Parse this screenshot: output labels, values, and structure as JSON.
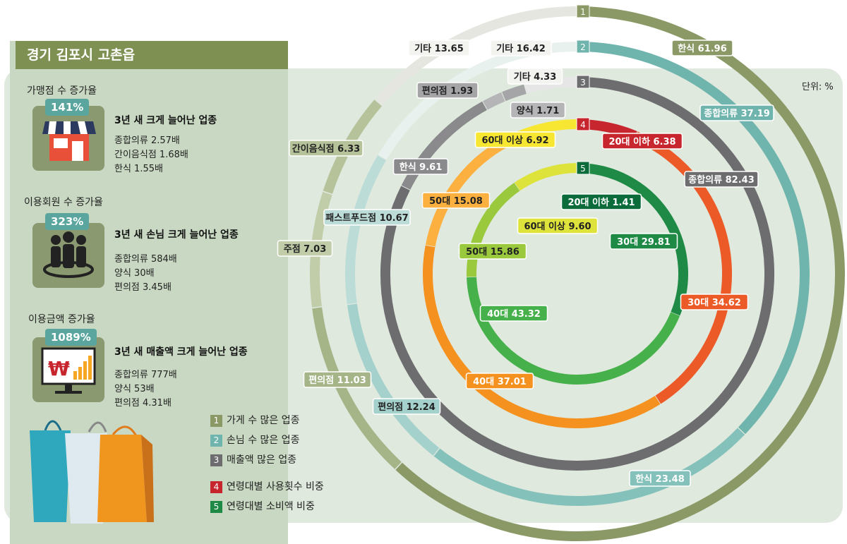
{
  "region_title": "경기 김포시 고촌읍",
  "unit_label": "단위: %",
  "sections": [
    {
      "label": "가맹점 수 증가율",
      "pct": "141%",
      "headline": "3년 새 크게 늘어난 업종",
      "items": [
        "종합의류 2.57배",
        "간이음식점 1.68배",
        "한식 1.55배"
      ]
    },
    {
      "label": "이용회원 수 증가율",
      "pct": "323%",
      "headline": "3년 새 손님 크게 늘어난 업종",
      "items": [
        "종합의류 584배",
        "양식 30배",
        "편의점 3.45배"
      ]
    },
    {
      "label": "이용금액 증가율",
      "pct": "1089%",
      "headline": "3년 새 매출액 크게 늘어난 업종",
      "items": [
        "종합의류 777배",
        "양식 53배",
        "편의점 4.31배"
      ]
    }
  ],
  "legend": [
    {
      "num": "1",
      "text": "가게 수 많은 업종",
      "color": "#8a9966"
    },
    {
      "num": "2",
      "text": "손님 수 많은 업종",
      "color": "#6fb5ad"
    },
    {
      "num": "3",
      "text": "매출액 많은 업종",
      "color": "#6d6d70"
    },
    {
      "num": "4",
      "text": "연령대별 사용횟수 비중",
      "color": "#c8262e"
    },
    {
      "num": "5",
      "text": "연령대별 소비액 비중",
      "color": "#1e8a45"
    }
  ],
  "chart_data": {
    "type": "donut",
    "rings": [
      {
        "num": "1",
        "name": "가게 수 많은 업종",
        "segments": [
          {
            "label": "한식",
            "value": 61.96,
            "color": "#8a9966",
            "text": "한식 61.96"
          },
          {
            "label": "편의점",
            "value": 11.03,
            "color": "#a6b588",
            "text": "편의점 11.03"
          },
          {
            "label": "주점",
            "value": 7.03,
            "color": "#c0cda8",
            "text": "주점 7.03"
          },
          {
            "label": "간이음식점",
            "value": 6.33,
            "color": "#b6c39a",
            "text": "간이음식점 6.33"
          },
          {
            "label": "기타",
            "value": 13.65,
            "color": "#e6e6e0",
            "text": "기타 13.65"
          }
        ]
      },
      {
        "num": "2",
        "name": "손님 수 많은 업종",
        "segments": [
          {
            "label": "종합의류",
            "value": 37.19,
            "color": "#6fb5ad",
            "text": "종합의류 37.19"
          },
          {
            "label": "한식",
            "value": 23.48,
            "color": "#84c1ba",
            "text": "한식 23.48"
          },
          {
            "label": "편의점",
            "value": 12.24,
            "color": "#a5d1cc",
            "text": "편의점 12.24"
          },
          {
            "label": "패스트푸드점",
            "value": 10.67,
            "color": "#bcdcd8",
            "text": "패스트푸드점 10.67"
          },
          {
            "label": "기타",
            "value": 16.42,
            "color": "#e9f1ef",
            "text": "기타 16.42"
          }
        ]
      },
      {
        "num": "3",
        "name": "매출액 많은 업종",
        "segments": [
          {
            "label": "종합의류",
            "value": 82.43,
            "color": "#6d6d70",
            "text": "종합의류 82.43"
          },
          {
            "label": "한식",
            "value": 9.61,
            "color": "#8a8a8d",
            "text": "한식 9.61"
          },
          {
            "label": "양식",
            "value": 1.71,
            "color": "#b5b5b7",
            "text": "양식 1.71"
          },
          {
            "label": "편의점",
            "value": 1.93,
            "color": "#a5a5a8",
            "text": "편의점 1.93"
          },
          {
            "label": "기타",
            "value": 4.33,
            "color": "#e6e6e6",
            "text": "기타 4.33"
          }
        ]
      },
      {
        "num": "4",
        "name": "연령대별 사용횟수 비중",
        "segments": [
          {
            "label": "20대 이하",
            "value": 6.38,
            "color": "#c8262e",
            "text": "20대 이하 6.38"
          },
          {
            "label": "30대",
            "value": 34.62,
            "color": "#ec5a27",
            "text": "30대 34.62"
          },
          {
            "label": "40대",
            "value": 37.01,
            "color": "#f5911e",
            "text": "40대 37.01"
          },
          {
            "label": "50대",
            "value": 15.08,
            "color": "#fbb040",
            "text": "50대 15.08"
          },
          {
            "label": "60대 이상",
            "value": 6.92,
            "color": "#f7e733",
            "text": "60대 이상 6.92"
          }
        ]
      },
      {
        "num": "5",
        "name": "연령대별 소비액 비중",
        "segments": [
          {
            "label": "20대 이하",
            "value": 1.41,
            "color": "#0b6b3a",
            "text": "20대 이하 1.41"
          },
          {
            "label": "30대",
            "value": 29.81,
            "color": "#1e8a45",
            "text": "30대 29.81"
          },
          {
            "label": "40대",
            "value": 43.32,
            "color": "#46b04a",
            "text": "40대 43.32"
          },
          {
            "label": "50대",
            "value": 15.86,
            "color": "#9ac93e",
            "text": "50대 15.86"
          },
          {
            "label": "60대 이상",
            "value": 9.6,
            "color": "#dde33a",
            "text": "60대 이상 9.60"
          }
        ]
      }
    ]
  }
}
